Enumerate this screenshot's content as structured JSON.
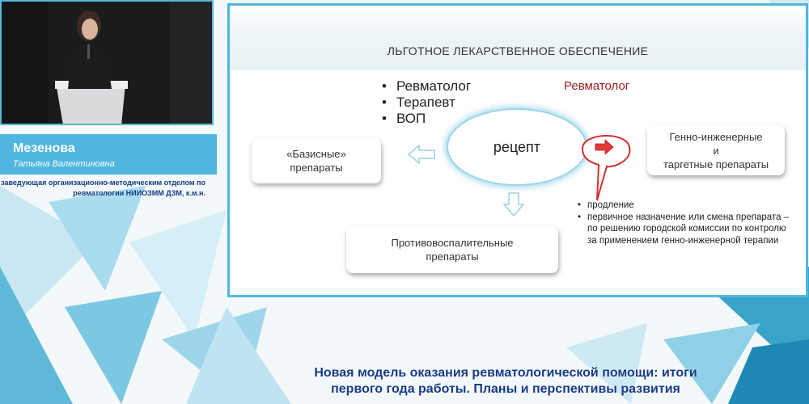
{
  "speaker": {
    "last_name": "Мезенова",
    "first_patronymic": "Татьяна Валентиновна",
    "position": "заведующая организационно-методическим отделом по ревматологии НИИОЗММ ДЗМ, к.м.н."
  },
  "slide": {
    "title": "ЛЬГОТНОЕ ЛЕКАРСТВЕННОЕ ОБЕСПЕЧЕНИЕ",
    "prescribers": [
      "Ревматолог",
      "Терапевт",
      "ВОП"
    ],
    "specialist_label": "Ревматолог",
    "center_label": "рецепт",
    "basic_drugs": [
      "«Базисные»",
      "препараты"
    ],
    "antiinflammatory_drugs": [
      "Противовоспалительные",
      "препараты"
    ],
    "genetic_drugs": [
      "Генно-инженерные",
      "и",
      "таргетные препараты"
    ],
    "notes": [
      "продление",
      "первичное назначение или смена препарата – по решению городской комиссии по контролю за применением генно-инженерной терапии"
    ]
  },
  "footer": {
    "line1": "Новая модель оказания ревматологической помощи: итоги",
    "line2": "первого года работы. Планы и перспективы развития"
  },
  "colors": {
    "accent": "#4fb6e0",
    "footer_text": "#163b86",
    "red": "#c62828"
  }
}
